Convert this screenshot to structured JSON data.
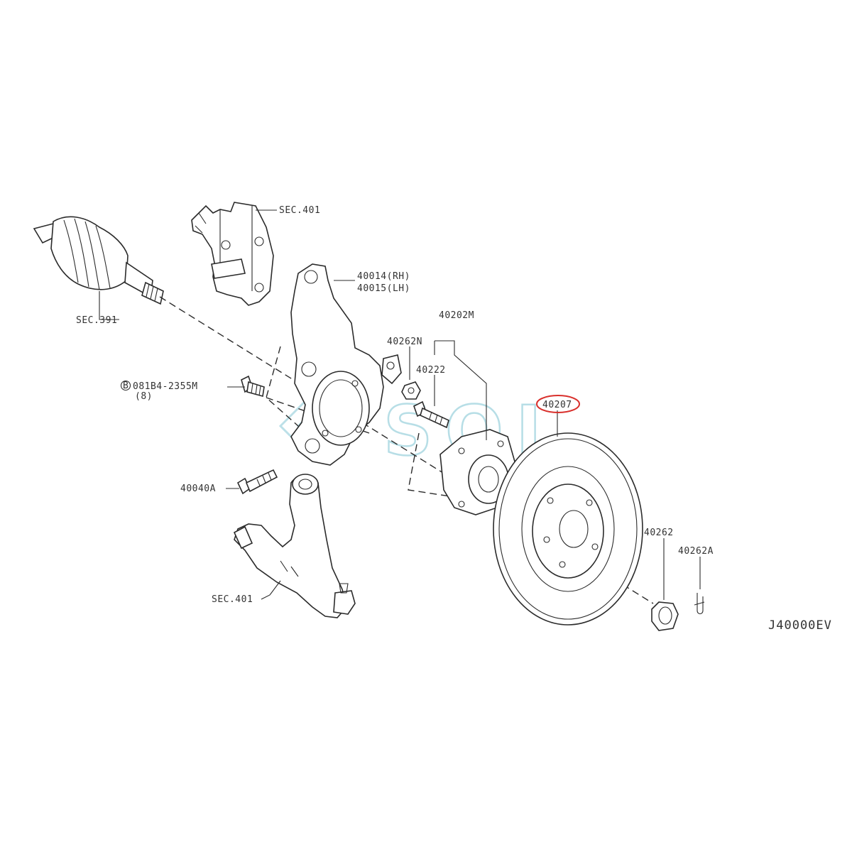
{
  "diagram_id": "J40000EV",
  "watermark": "SOL",
  "highlight_color": "#d9302c",
  "watermark_color": "#9fd3de",
  "labels": {
    "sec401_top": "SEC.401",
    "knuckle_rh": "40014(RH)",
    "knuckle_lh": "40015(LH)",
    "driveshaft": "SEC.391",
    "hub_assembly": "40202M",
    "hub_nut_lower": "40262N",
    "hub_bolt": "40222",
    "rotor": "40207",
    "bolt_code_line1": "081B4-2355M",
    "bolt_code_line2": "(8)",
    "bolt_code_marker": "B",
    "lower_bolt": "40040A",
    "sec401_bottom": "SEC.401",
    "hub_nut": "40262",
    "cotter_pin": "40262A"
  },
  "highlighted_part": "40207"
}
